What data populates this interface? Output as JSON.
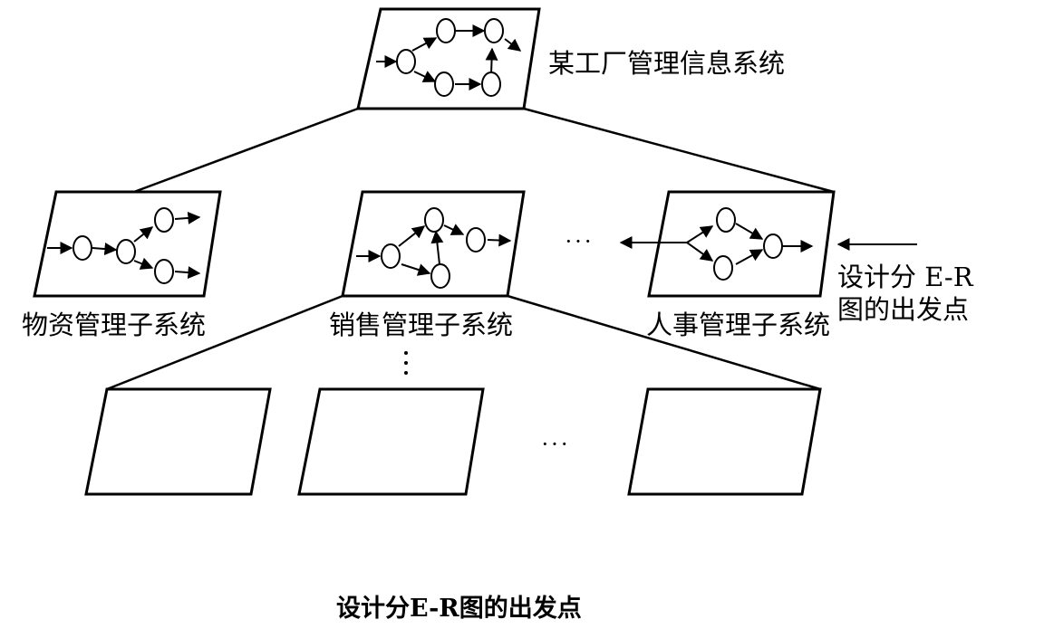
{
  "top_system": {
    "label": "某工厂管理信息系统"
  },
  "subsystems": [
    {
      "label": "物资管理子系统"
    },
    {
      "label": "销售管理子系统"
    },
    {
      "label": "人事管理子系统"
    }
  ],
  "ellipsis": "···",
  "start_point": {
    "line1": "设计分 E-R",
    "line2": "图的出发点"
  },
  "caption": "设计分E-R图的出发点"
}
